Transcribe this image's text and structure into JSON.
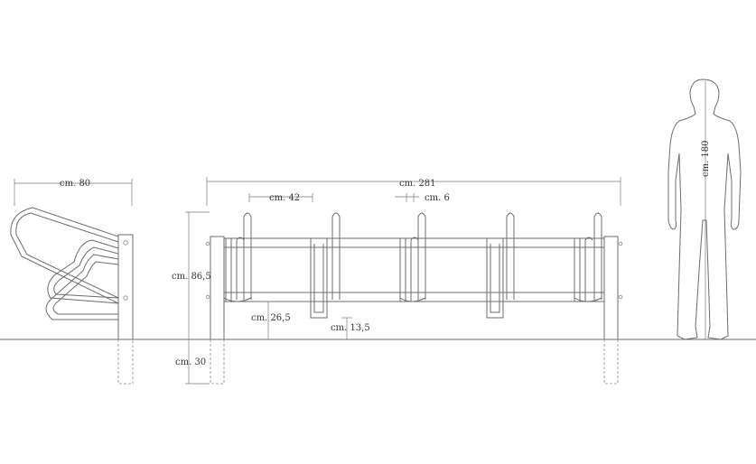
{
  "labels": {
    "side_width": "cm. 80",
    "total_length": "cm. 281",
    "spacing": "cm. 42",
    "tube_gap": "cm. 6",
    "height": "cm. 86,5",
    "bottom_bar_height": "cm. 26,5",
    "hoop_ground_clearance": "cm. 13,5",
    "foundation_depth": "cm. 30",
    "person_height": "cm. 180"
  },
  "colors": {
    "line": "#6b6b6b",
    "text": "#333333",
    "background": "#ffffff"
  }
}
